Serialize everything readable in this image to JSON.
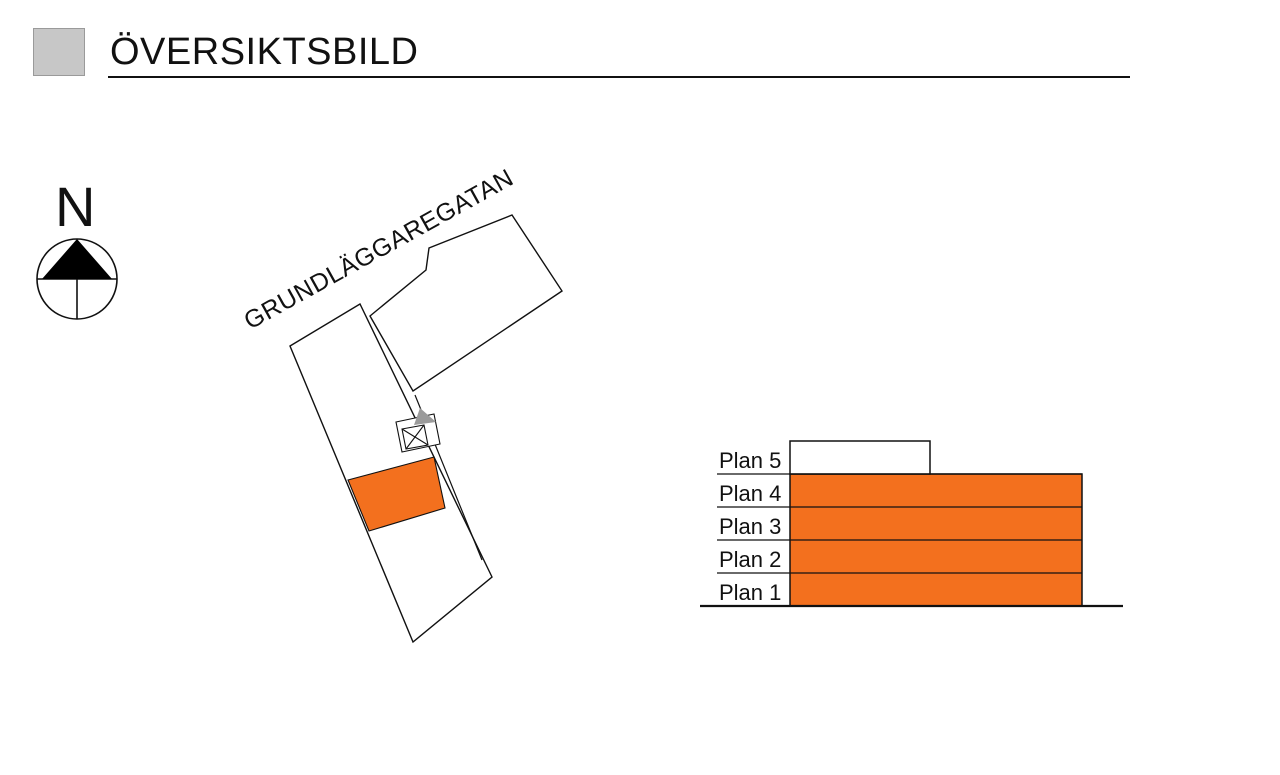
{
  "header": {
    "title": "ÖVERSIKTSBILD"
  },
  "compass": {
    "north_label": "N"
  },
  "site_plan": {
    "street_name": "GRUNDLÄGGAREGATAN"
  },
  "elevation": {
    "floors": [
      {
        "label": "Plan 5",
        "highlighted": false
      },
      {
        "label": "Plan 4",
        "highlighted": true
      },
      {
        "label": "Plan 3",
        "highlighted": true
      },
      {
        "label": "Plan 2",
        "highlighted": true
      },
      {
        "label": "Plan 1",
        "highlighted": true
      }
    ]
  },
  "colors": {
    "highlight_orange": "#f3701e",
    "header_square_gray": "#c7c7c7"
  }
}
